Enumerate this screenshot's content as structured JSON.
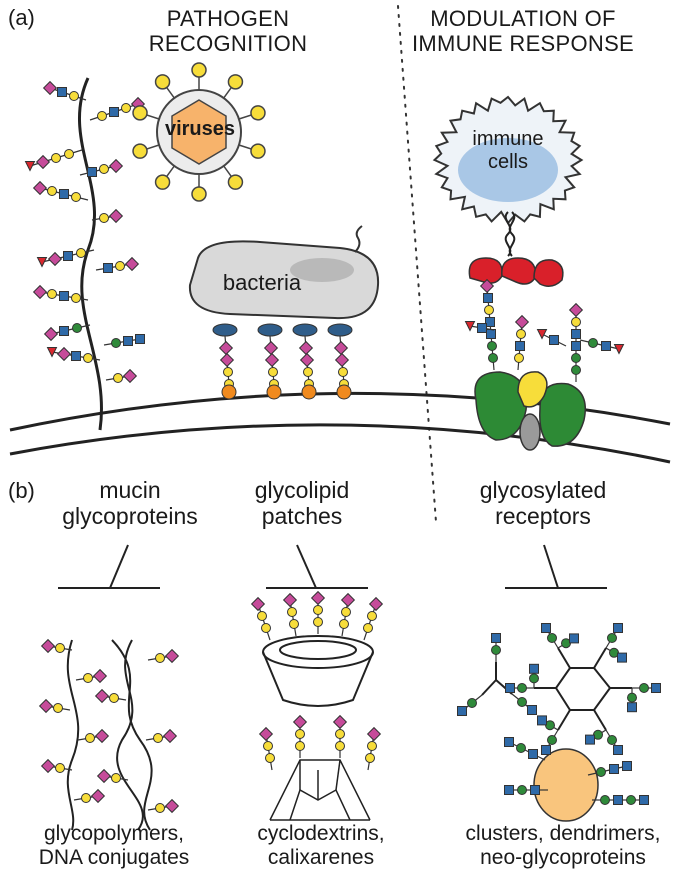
{
  "panel_a": "(a)",
  "panel_b": "(b)",
  "headings": {
    "left": [
      "PATHOGEN",
      "RECOGNITION"
    ],
    "right": [
      "MODULATION OF",
      "IMMUNE RESPONSE"
    ]
  },
  "labels": {
    "viruses": "viruses",
    "bacteria": "bacteria",
    "immune_cells": [
      "immune",
      "cells"
    ]
  },
  "categories": [
    [
      "mucin",
      "glycoproteins"
    ],
    [
      "glycolipid",
      "patches"
    ],
    [
      "glycosylated",
      "receptors"
    ]
  ],
  "examples": [
    [
      "glycopolymers,",
      "DNA conjugates"
    ],
    [
      "cyclodextrins,",
      "calixarenes"
    ],
    [
      "clusters, dendrimers,",
      "neo-glycoproteins"
    ]
  ],
  "colors": {
    "yellow_sugar": "#f7dd3a",
    "blue_sugar": "#2f6aa8",
    "magenta_sugar": "#c64b9a",
    "green_sugar": "#2f8a3a",
    "red_fucose": "#d9282f",
    "virus_capsid": "#f7b36b",
    "bacteria_body": "#d8d8d8",
    "immune_nucleus": "#a9c7e6",
    "lectin_red": "#d9202a",
    "receptor_green": "#2d8a35",
    "lipid_head": "#f08a1e",
    "nanoparticle": "#f9c57d"
  }
}
